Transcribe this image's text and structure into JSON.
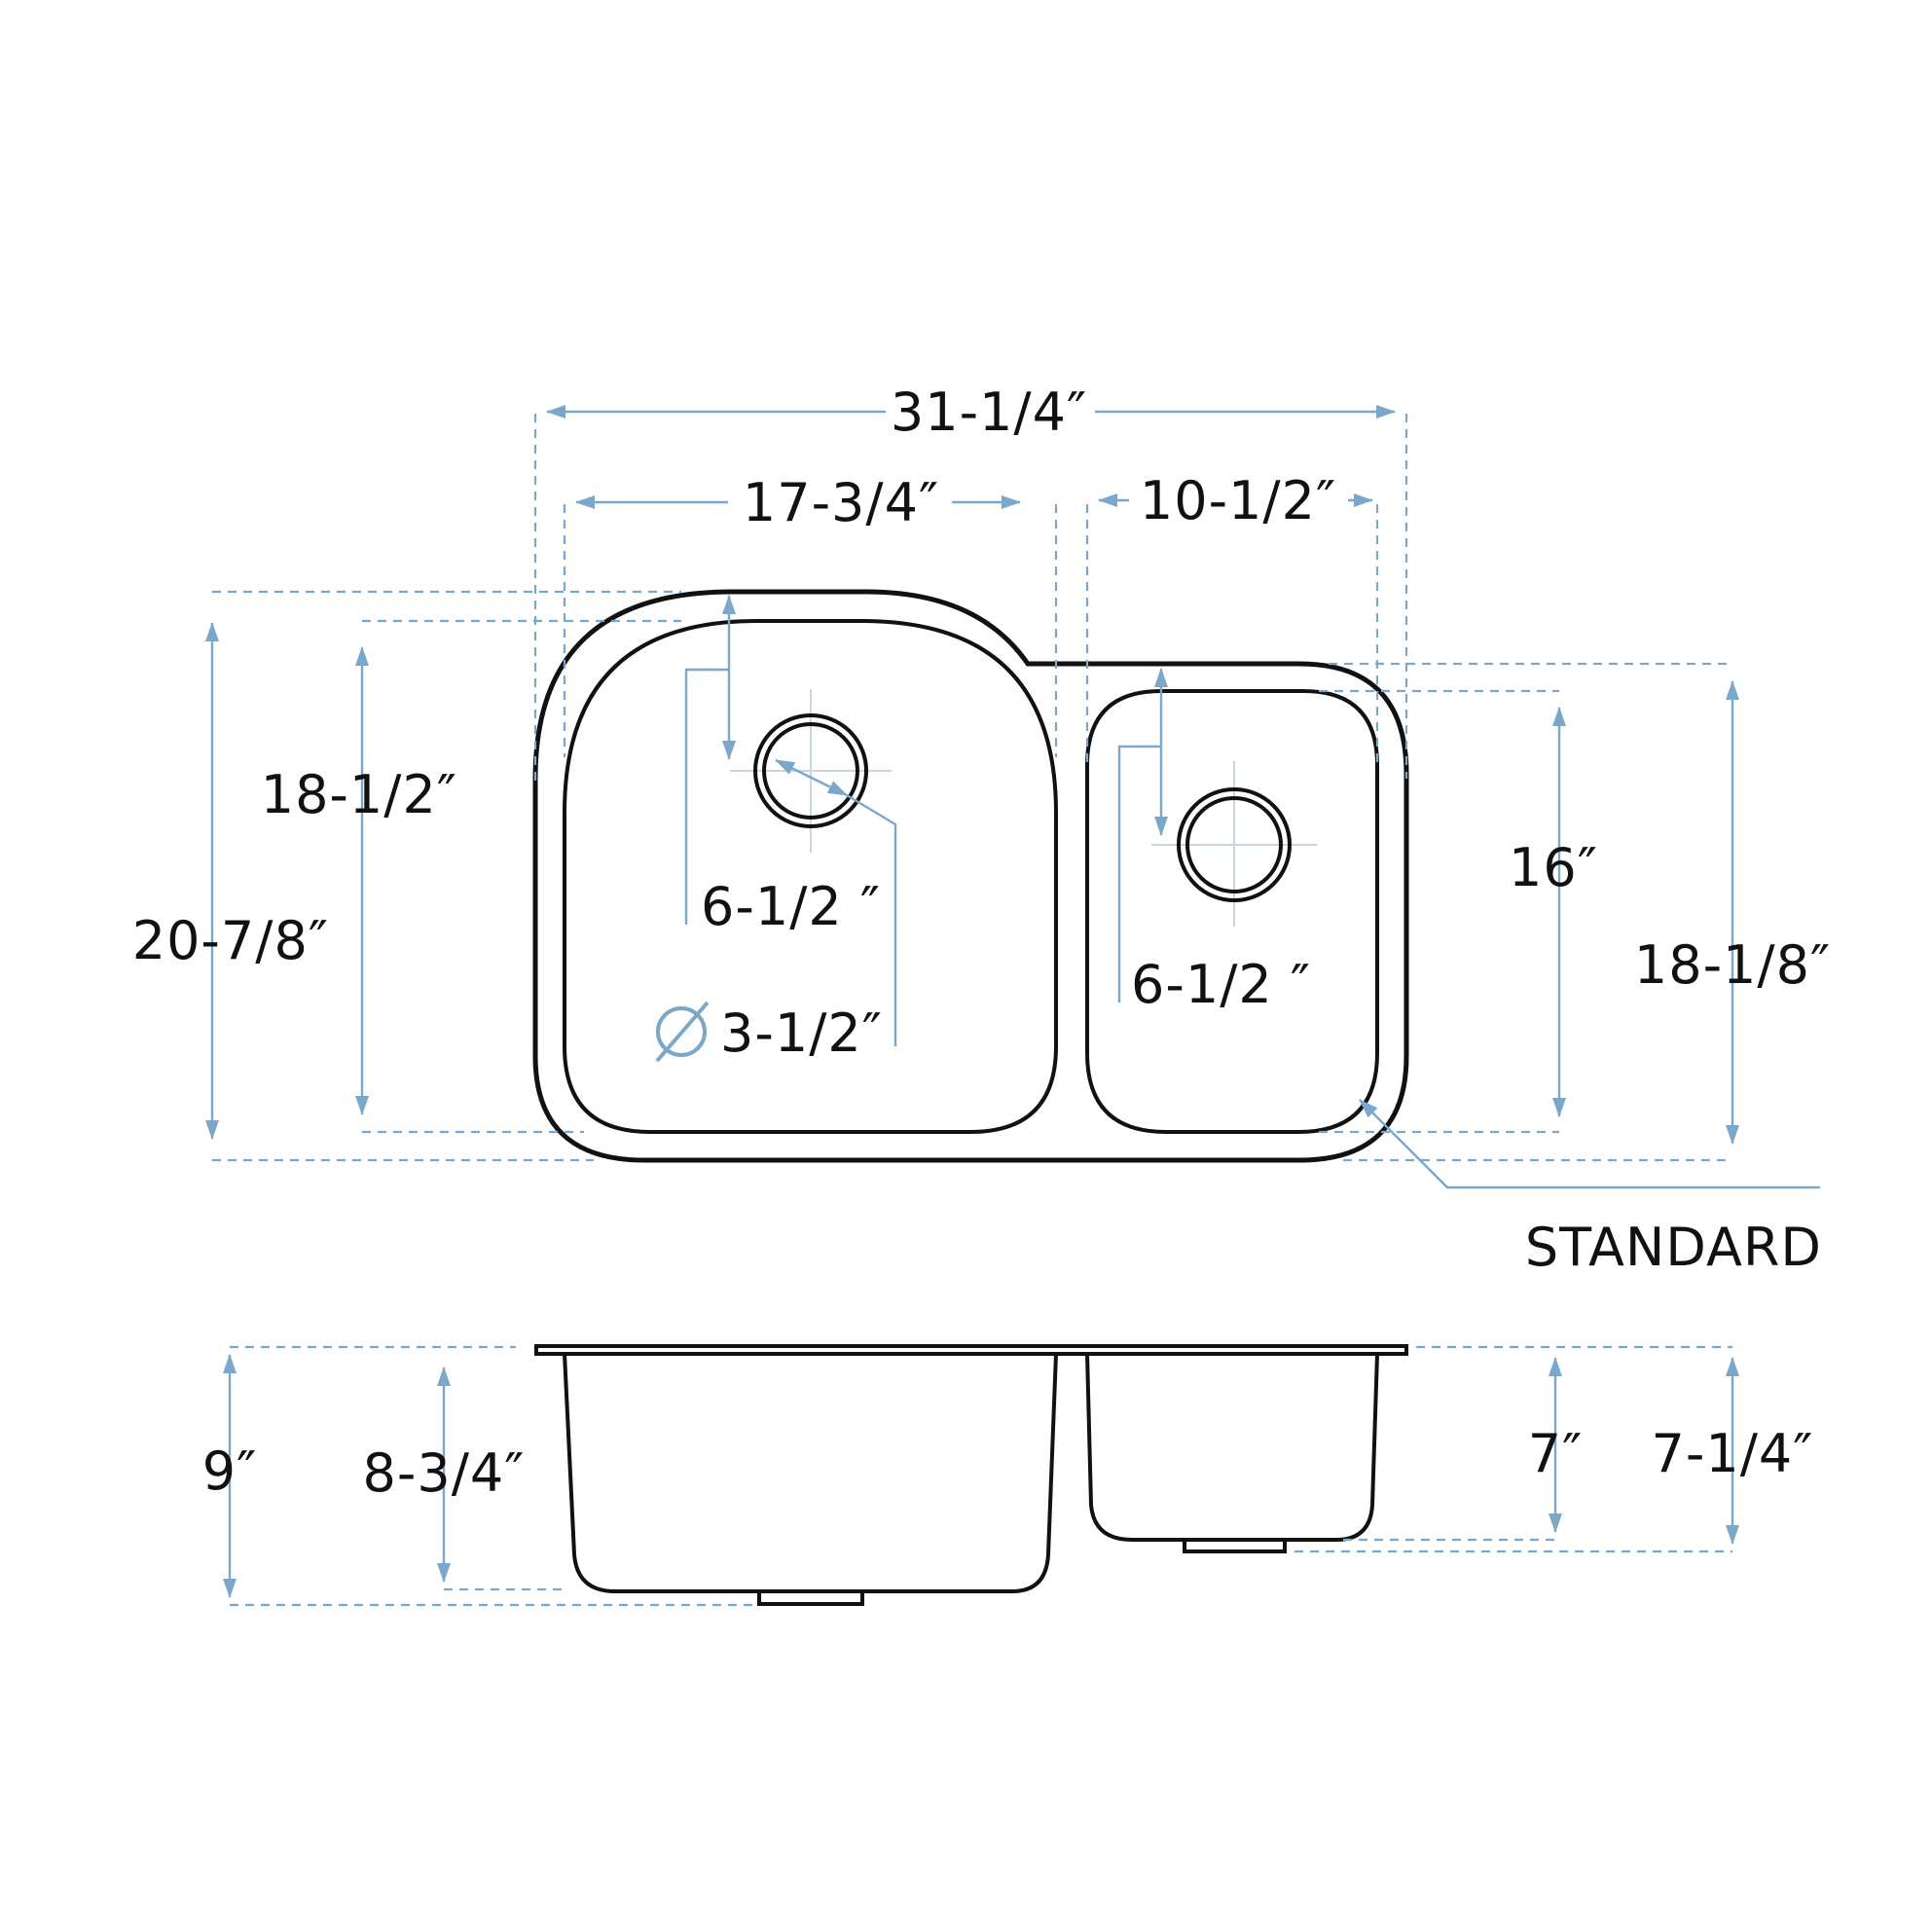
{
  "top_view": {
    "overall_width": "31-1/4″",
    "large_bowl_width": "17-3/4″",
    "small_bowl_width": "10-1/2″",
    "overall_depth_left": "20-7/8″",
    "large_bowl_depth": "18-1/2″",
    "small_bowl_depth": "16″",
    "overall_depth_right": "18-1/8″",
    "large_drain_offset": "6-1/2 ″",
    "small_drain_offset": "6-1/2 ″",
    "drain_diameter_symbol": "⌀",
    "drain_diameter": "3-1/2″",
    "corner_radius_label": "STANDARD"
  },
  "side_view": {
    "overall_height": "9″",
    "large_bowl_height": "8-3/4″",
    "small_bowl_height": "7″",
    "small_overall_height": "7-1/4″"
  },
  "colors": {
    "outline": "#111111",
    "dimension_lines": "#7aa7cc",
    "background": "#ffffff"
  }
}
